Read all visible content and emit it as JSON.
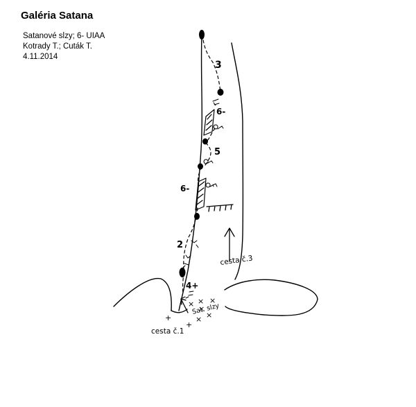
{
  "header": {
    "title": "Galéria Satana",
    "route_line": "Satanové slzy; 6- UIAA",
    "authors_line": "Kotrady T.; Cuták T.",
    "date_line": "4.11.2014"
  },
  "topo": {
    "pitch_grades": [
      "3",
      "6-",
      "5",
      "6-",
      "2",
      "4+"
    ],
    "path_labels": {
      "cesta1": "cesta č.1",
      "cesta3": "cesta č.3",
      "start": "Sat. slzy"
    }
  }
}
